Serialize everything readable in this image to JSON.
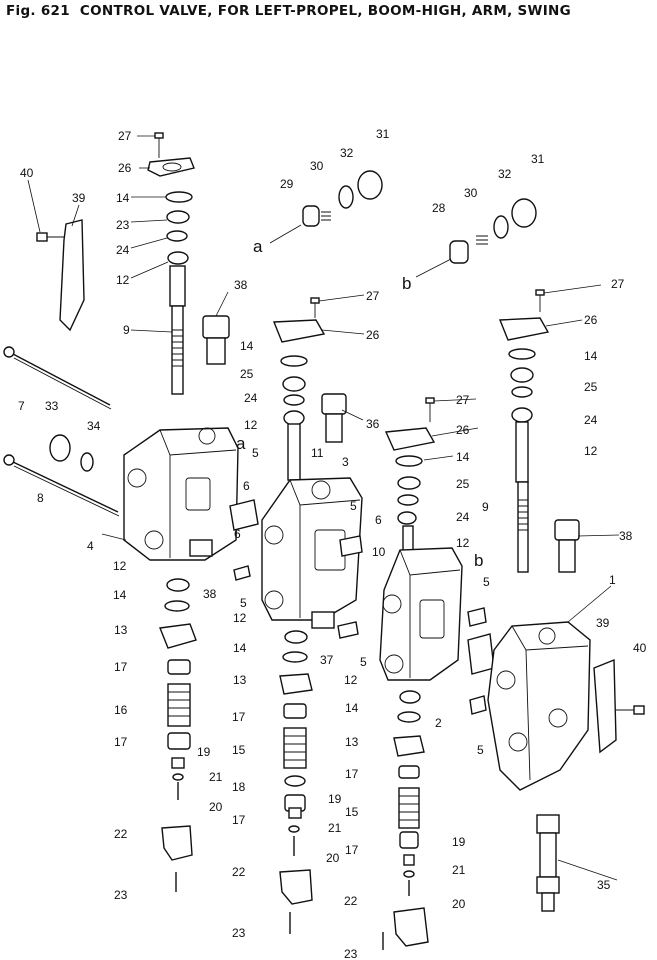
{
  "figure": {
    "number": "Fig. 621",
    "title": "CONTROL VALVE, FOR LEFT-PROPEL, BOOM-HIGH, ARM, SWING"
  },
  "callouts": [
    "27",
    "26",
    "14",
    "23",
    "24",
    "12",
    "9",
    "38",
    "40",
    "39",
    "7",
    "33",
    "34",
    "8",
    "4",
    "12",
    "14",
    "13",
    "17",
    "16",
    "17",
    "19",
    "21",
    "20",
    "22",
    "23",
    "29",
    "30",
    "32",
    "31",
    "a",
    "27",
    "26",
    "14",
    "25",
    "24",
    "12",
    "36",
    "11",
    "3",
    "6",
    "5",
    "5",
    "38",
    "12",
    "14",
    "13",
    "17",
    "15",
    "18",
    "17",
    "19",
    "21",
    "20",
    "37",
    "22",
    "23",
    "27",
    "26",
    "14",
    "25",
    "24",
    "12",
    "10",
    "b",
    "6",
    "5",
    "5",
    "12",
    "14",
    "13",
    "17",
    "15",
    "19",
    "17",
    "21",
    "20",
    "2",
    "22",
    "23",
    "28",
    "30",
    "32",
    "31",
    "b",
    "27",
    "26",
    "14",
    "25",
    "24",
    "12",
    "9",
    "38",
    "1",
    "39",
    "40",
    "35",
    "5",
    "6",
    "5",
    "a"
  ]
}
